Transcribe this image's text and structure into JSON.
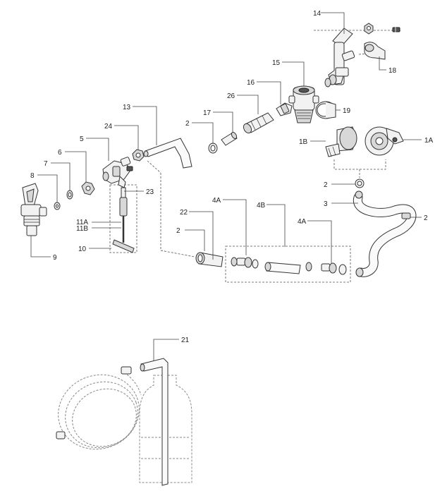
{
  "labels": {
    "l14": "14",
    "l18": "18",
    "l15": "15",
    "l16": "16",
    "l26": "26",
    "l19": "19",
    "l13": "13",
    "l17": "17",
    "l2a": "2",
    "l24": "24",
    "l1B": "1B",
    "l1A": "1A",
    "l5": "5",
    "l6": "6",
    "l7": "7",
    "l8": "8",
    "l23": "23",
    "l2b": "2",
    "l3": "3",
    "l2c": "2",
    "l4A1": "4A",
    "l4B": "4B",
    "l22": "22",
    "l4A2": "4A",
    "l11A": "11A",
    "l11B": "11B",
    "l2d": "2",
    "l10": "10",
    "l9": "9",
    "l21": "21"
  }
}
